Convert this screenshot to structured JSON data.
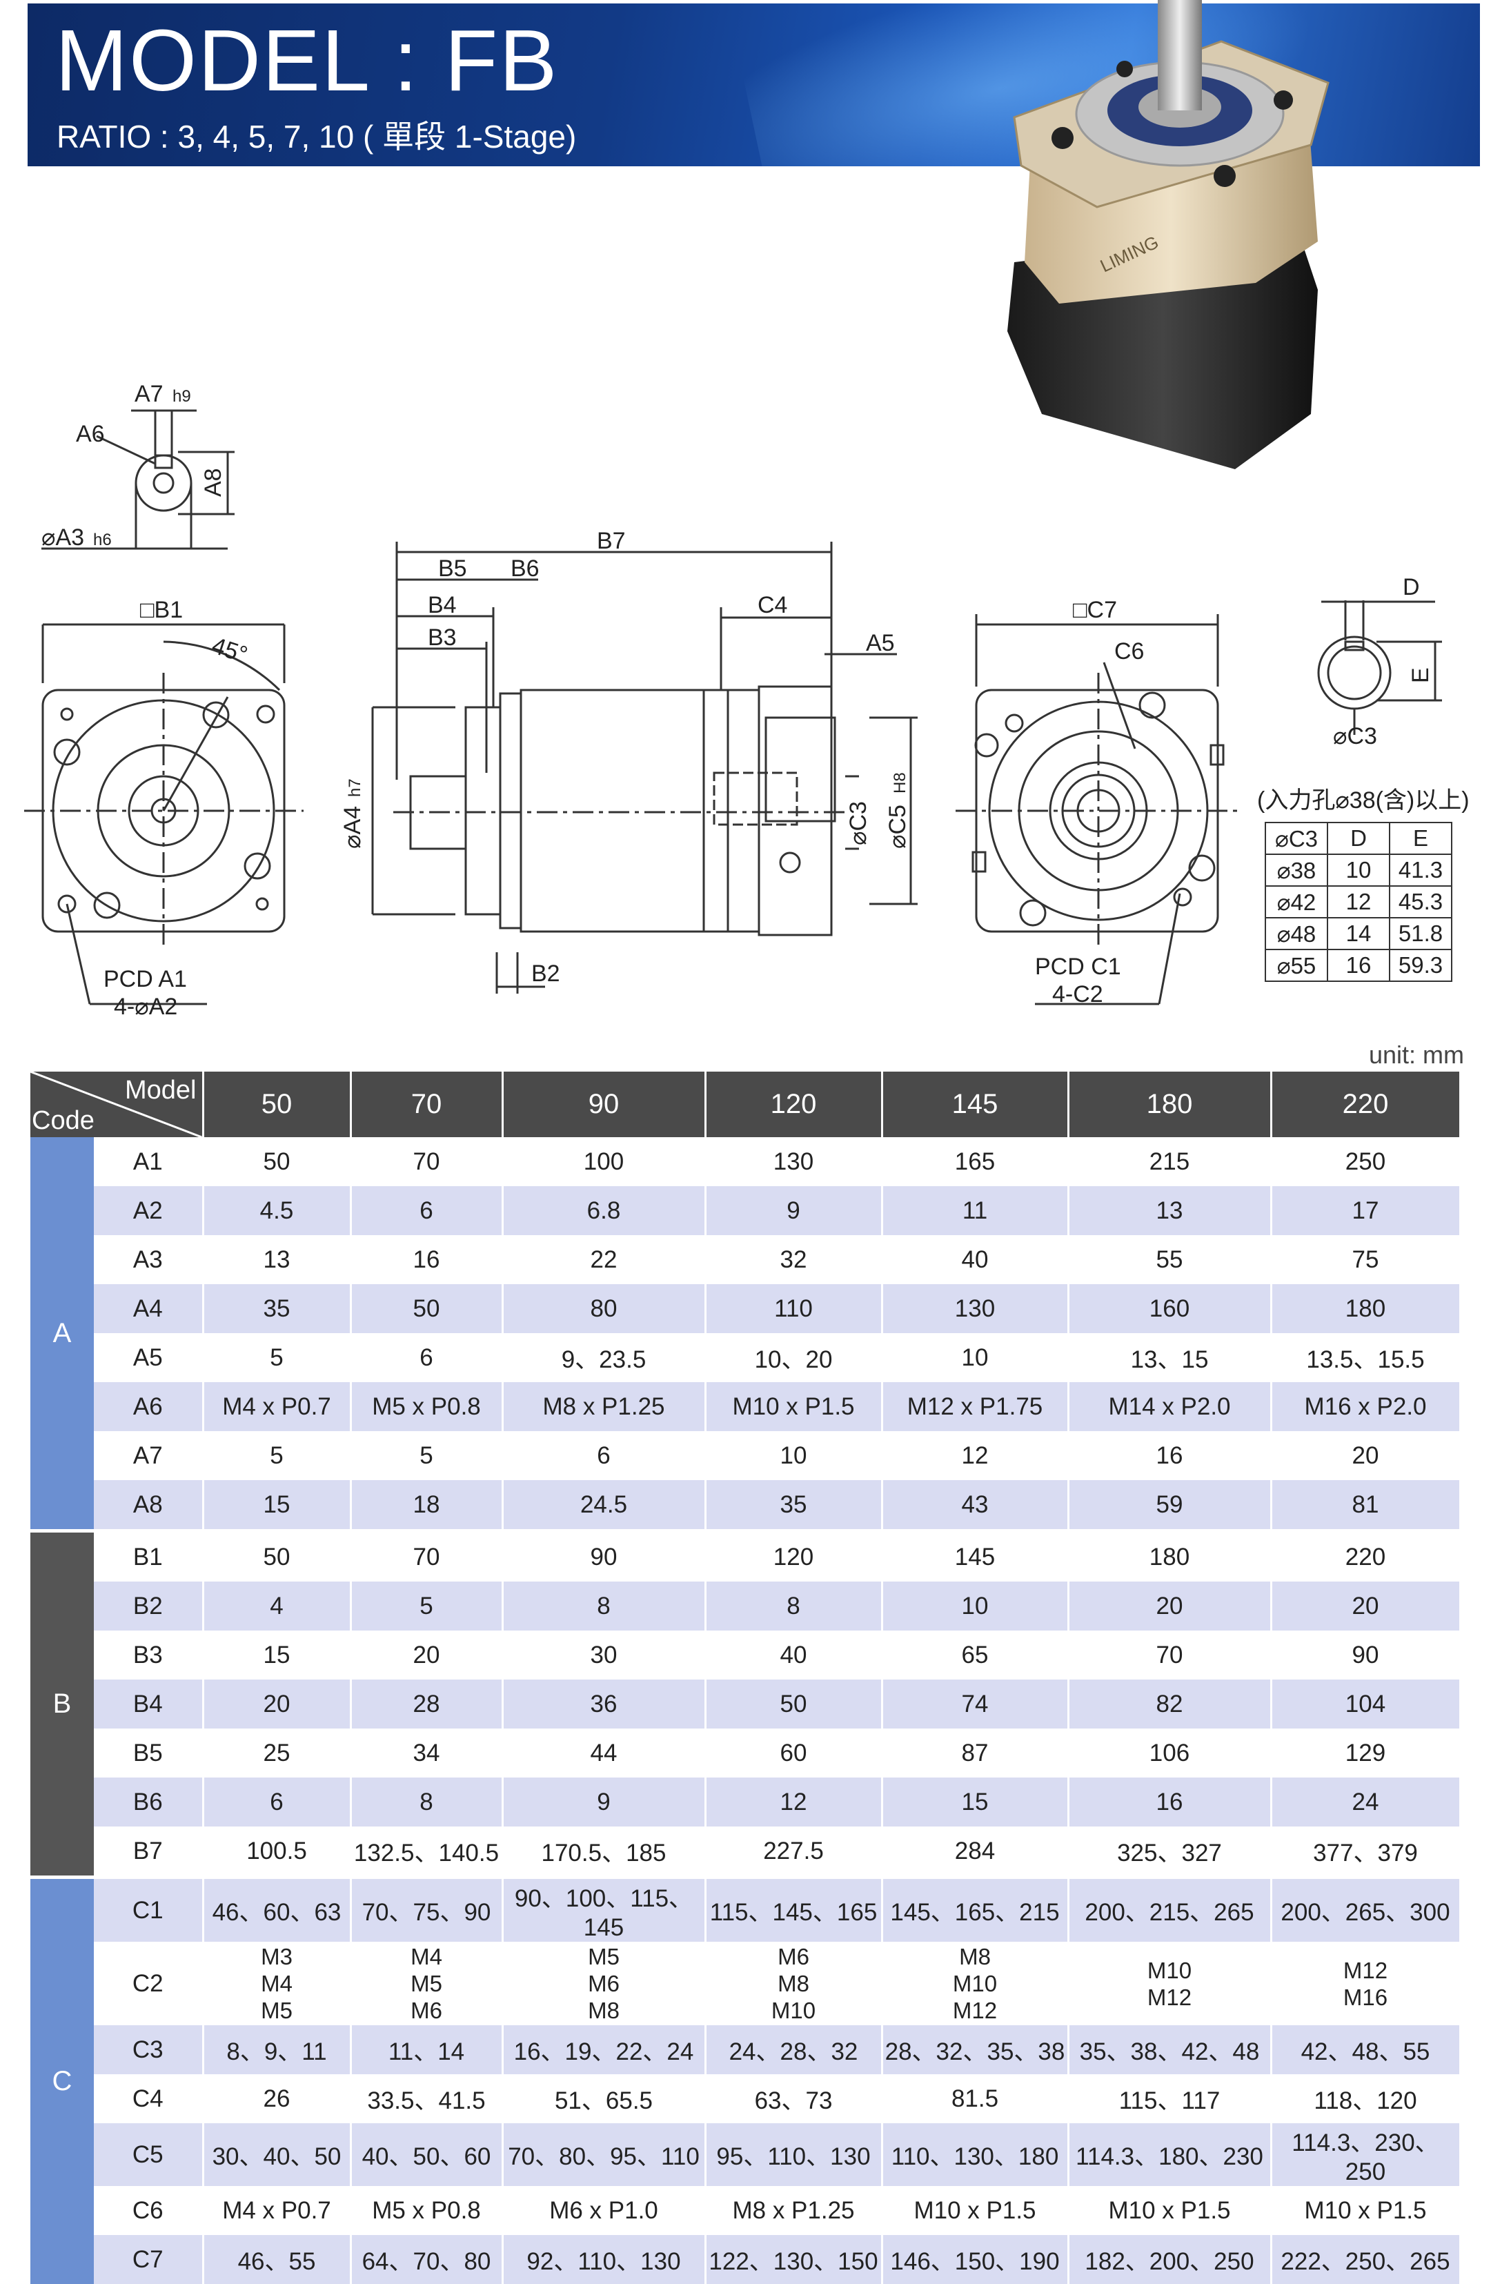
{
  "header": {
    "title": "MODEL : FB",
    "subtitle": "RATIO : 3, 4, 5, 7, 10 ( 單段 1-Stage)"
  },
  "product_photo": {
    "brand": "LIMING"
  },
  "drawing_labels": {
    "a7": "A7",
    "a7_tol": "h9",
    "a6": "A6",
    "a8": "A8",
    "a3": "⌀A3",
    "a3_tol": "h6",
    "b1": "□B1",
    "angle": "45°",
    "pcd_a1": "PCD A1",
    "holes_a2": "4-⌀A2",
    "b7": "B7",
    "b5": "B5",
    "b6": "B6",
    "b4": "B4",
    "b3": "B3",
    "c4": "C4",
    "a5": "A5",
    "a4": "⌀A4",
    "a4_tol": "h7",
    "c3": "⌀C3",
    "c5": "⌀C5",
    "c5_tol": "H8",
    "b2": "B2",
    "c7": "□C7",
    "c6": "C6",
    "pcd_c1": "PCD C1",
    "holes_c2": "4-C2",
    "d": "D",
    "e": "E",
    "c3_small": "⌀C3"
  },
  "input_hole_table": {
    "caption": "(入力孔⌀38(含)以上)",
    "headers": [
      "⌀C3",
      "D",
      "E"
    ],
    "rows": [
      [
        "⌀38",
        "10",
        "41.3"
      ],
      [
        "⌀42",
        "12",
        "45.3"
      ],
      [
        "⌀48",
        "14",
        "51.8"
      ],
      [
        "⌀55",
        "16",
        "59.3"
      ]
    ]
  },
  "unit": "unit: mm",
  "spec_table": {
    "model_label": "Model",
    "code_label": "Code",
    "models": [
      "50",
      "70",
      "90",
      "120",
      "145",
      "180",
      "220"
    ],
    "groups": [
      {
        "name": "A",
        "rows": [
          {
            "code": "A1",
            "values": [
              "50",
              "70",
              "100",
              "130",
              "165",
              "215",
              "250"
            ]
          },
          {
            "code": "A2",
            "values": [
              "4.5",
              "6",
              "6.8",
              "9",
              "11",
              "13",
              "17"
            ]
          },
          {
            "code": "A3",
            "values": [
              "13",
              "16",
              "22",
              "32",
              "40",
              "55",
              "75"
            ]
          },
          {
            "code": "A4",
            "values": [
              "35",
              "50",
              "80",
              "110",
              "130",
              "160",
              "180"
            ]
          },
          {
            "code": "A5",
            "values": [
              "5",
              "6",
              "9、23.5",
              "10、20",
              "10",
              "13、15",
              "13.5、15.5"
            ]
          },
          {
            "code": "A6",
            "values": [
              "M4 x P0.7",
              "M5 x P0.8",
              "M8 x P1.25",
              "M10 x P1.5",
              "M12 x P1.75",
              "M14 x P2.0",
              "M16 x P2.0"
            ]
          },
          {
            "code": "A7",
            "values": [
              "5",
              "5",
              "6",
              "10",
              "12",
              "16",
              "20"
            ]
          },
          {
            "code": "A8",
            "values": [
              "15",
              "18",
              "24.5",
              "35",
              "43",
              "59",
              "81"
            ]
          }
        ]
      },
      {
        "name": "B",
        "rows": [
          {
            "code": "B1",
            "values": [
              "50",
              "70",
              "90",
              "120",
              "145",
              "180",
              "220"
            ]
          },
          {
            "code": "B2",
            "values": [
              "4",
              "5",
              "8",
              "8",
              "10",
              "20",
              "20"
            ]
          },
          {
            "code": "B3",
            "values": [
              "15",
              "20",
              "30",
              "40",
              "65",
              "70",
              "90"
            ]
          },
          {
            "code": "B4",
            "values": [
              "20",
              "28",
              "36",
              "50",
              "74",
              "82",
              "104"
            ]
          },
          {
            "code": "B5",
            "values": [
              "25",
              "34",
              "44",
              "60",
              "87",
              "106",
              "129"
            ]
          },
          {
            "code": "B6",
            "values": [
              "6",
              "8",
              "9",
              "12",
              "15",
              "16",
              "24"
            ]
          },
          {
            "code": "B7",
            "values": [
              "100.5",
              "132.5、140.5",
              "170.5、185",
              "227.5",
              "284",
              "325、327",
              "377、379"
            ]
          }
        ]
      },
      {
        "name": "C",
        "rows": [
          {
            "code": "C1",
            "values": [
              "46、60、63",
              "70、75、90",
              "90、100、115、145",
              "115、145、165",
              "145、165、215",
              "200、215、265",
              "200、265、300"
            ]
          },
          {
            "code": "C2",
            "values": [
              "M3\nM4\nM5",
              "M4\nM5\nM6",
              "M5\nM6\nM8",
              "M6\nM8\nM10",
              "M8\nM10\nM12",
              "M10\nM12",
              "M12\nM16"
            ]
          },
          {
            "code": "C3",
            "values": [
              "8、9、11",
              "11、14",
              "16、19、22、24",
              "24、28、32",
              "28、32、35、38",
              "35、38、42、48",
              "42、48、55"
            ]
          },
          {
            "code": "C4",
            "values": [
              "26",
              "33.5、41.5",
              "51、65.5",
              "63、73",
              "81.5",
              "115、117",
              "118、120"
            ]
          },
          {
            "code": "C5",
            "values": [
              "30、40、50",
              "40、50、60",
              "70、80、95、110",
              "95、110、130",
              "110、130、180",
              "114.3、180、230",
              "114.3、230、250"
            ]
          },
          {
            "code": "C6",
            "values": [
              "M4 x P0.7",
              "M5 x P0.8",
              "M6 x P1.0",
              "M8 x P1.25",
              "M10 x P1.5",
              "M10 x P1.5",
              "M10 x P1.5"
            ]
          },
          {
            "code": "C7",
            "values": [
              "46、55",
              "64、70、80",
              "92、110、130",
              "122、130、150",
              "146、150、190",
              "182、200、250",
              "222、250、265"
            ]
          }
        ]
      }
    ]
  }
}
